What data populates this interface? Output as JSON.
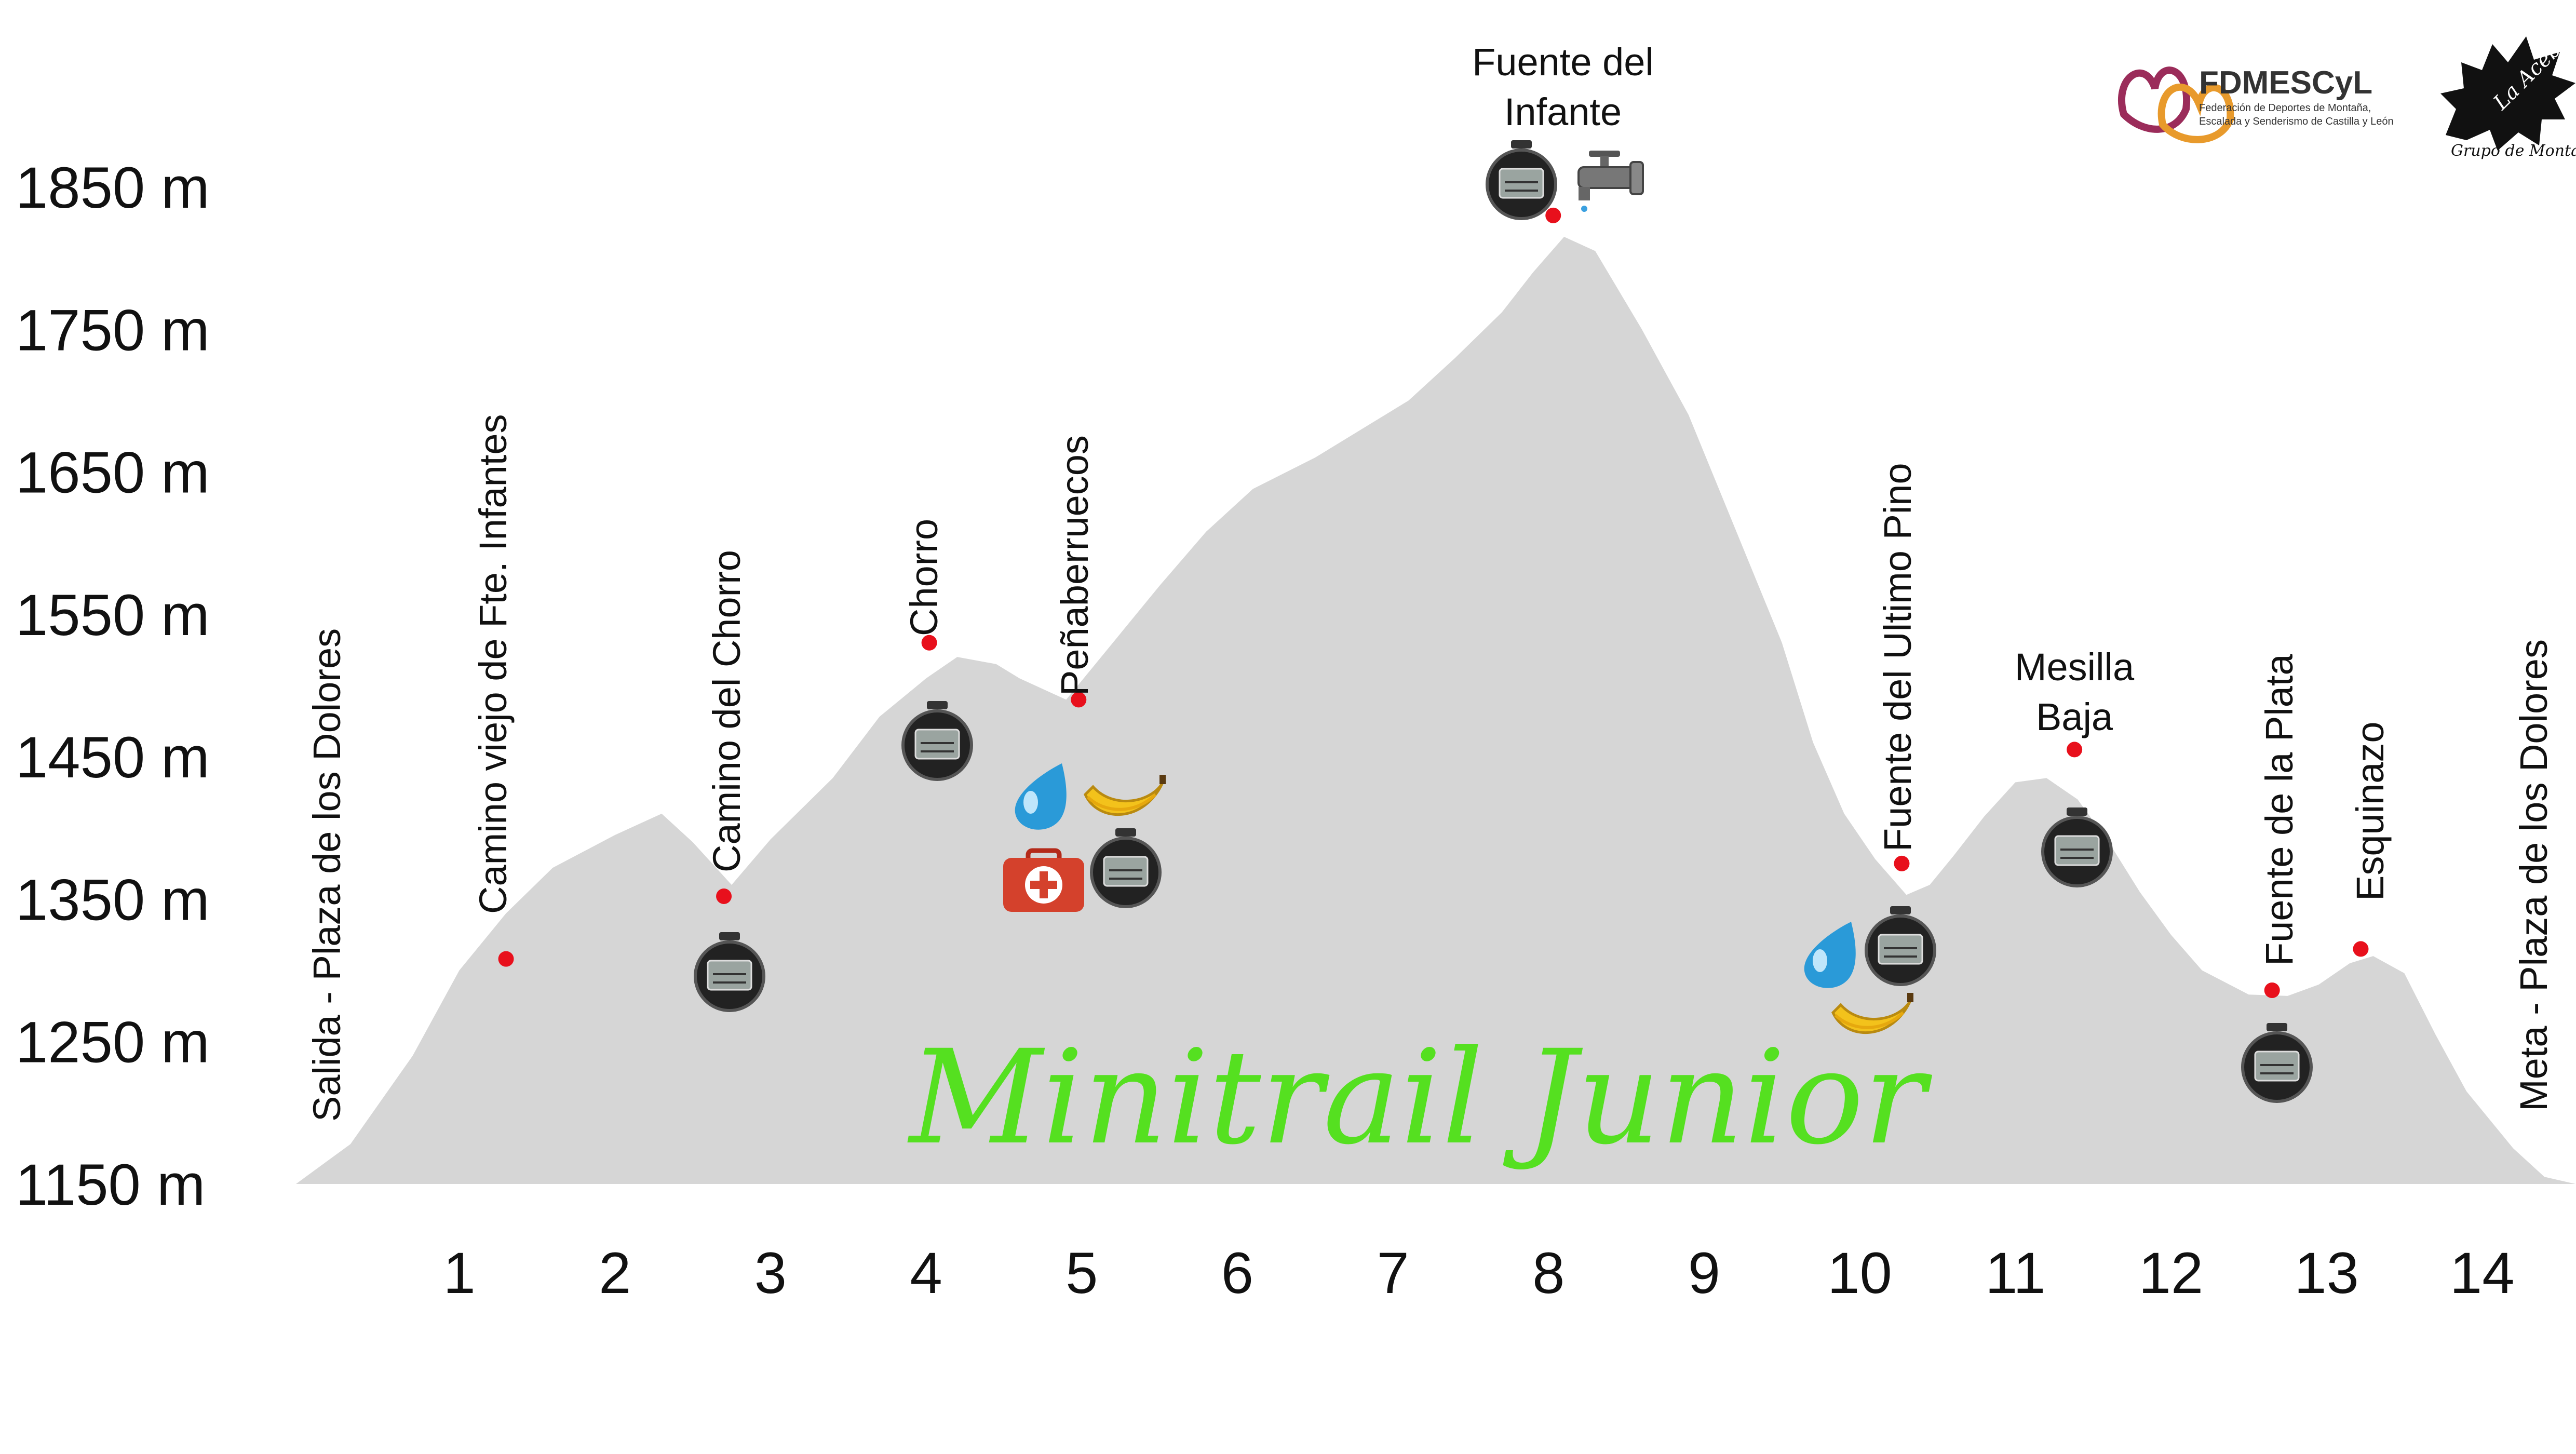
{
  "chart_data": {
    "type": "area",
    "title": "Minitrail Junior",
    "xlabel": "",
    "ylabel": "",
    "x_ticks": [
      "1",
      "2",
      "3",
      "4",
      "5",
      "6",
      "7",
      "8",
      "9",
      "10",
      "11",
      "12",
      "13",
      "14"
    ],
    "y_ticks": [
      "1150 m",
      "1250 m",
      "1350 m",
      "1450 m",
      "1550 m",
      "1650 m",
      "1750 m",
      "1850 m"
    ],
    "xlim": [
      -0.05,
      14.6
    ],
    "ylim": [
      1150,
      1850
    ],
    "profile": {
      "x": [
        -0.05,
        0.3,
        0.7,
        1.0,
        1.3,
        1.6,
        2.0,
        2.3,
        2.5,
        2.75,
        3.0,
        3.4,
        3.7,
        4.0,
        4.2,
        4.45,
        4.6,
        4.9,
        5.2,
        5.5,
        5.8,
        6.1,
        6.5,
        6.8,
        7.1,
        7.4,
        7.7,
        7.9,
        8.1,
        8.3,
        8.6,
        8.9,
        9.2,
        9.5,
        9.7,
        9.9,
        10.1,
        10.3,
        10.45,
        10.6,
        10.8,
        11.0,
        11.2,
        11.4,
        11.6,
        11.8,
        12.0,
        12.2,
        12.5,
        12.75,
        12.95,
        13.15,
        13.3,
        13.5,
        13.7,
        13.9,
        14.2,
        14.4,
        14.6
      ],
      "y": [
        1150,
        1178,
        1240,
        1300,
        1340,
        1372,
        1395,
        1410,
        1390,
        1360,
        1392,
        1435,
        1478,
        1505,
        1520,
        1515,
        1505,
        1490,
        1530,
        1570,
        1608,
        1638,
        1660,
        1680,
        1700,
        1730,
        1762,
        1790,
        1815,
        1805,
        1750,
        1690,
        1610,
        1530,
        1460,
        1410,
        1378,
        1353,
        1360,
        1380,
        1408,
        1432,
        1435,
        1420,
        1390,
        1355,
        1325,
        1300,
        1283,
        1282,
        1290,
        1305,
        1310,
        1298,
        1255,
        1215,
        1175,
        1155,
        1150
      ]
    },
    "fill_color": "#d6d6d6",
    "grid": false,
    "legend": "none",
    "title_color": "#55e020",
    "waypoint_color": "#e8101c",
    "waypoints": [
      {
        "label": "Salida - Plaza de los Dolores",
        "orientation": "vertical"
      },
      {
        "label": "Camino viejo de Fte. Infantes",
        "x": 1.3,
        "y": 1308,
        "orientation": "vertical"
      },
      {
        "label": "Camino del Chorro",
        "x": 2.7,
        "y": 1352,
        "orientation": "vertical",
        "stopwatch": true
      },
      {
        "label": "Chorro",
        "x": 4.02,
        "y": 1530,
        "orientation": "vertical",
        "stopwatch": true
      },
      {
        "label": "Peñaberruecos",
        "x": 4.98,
        "y": 1490,
        "orientation": "vertical",
        "stopwatch": true,
        "water": true,
        "food": true,
        "first_aid": true
      },
      {
        "label": "Fuente del Infante",
        "lines": [
          "Fuente del",
          "Infante"
        ],
        "x": 8.03,
        "y": 1830,
        "orientation": "horizontal",
        "stopwatch": true,
        "tap": true
      },
      {
        "label": "Fuente del Ultimo Pino",
        "x": 10.27,
        "y": 1375,
        "orientation": "vertical",
        "stopwatch": true,
        "water": true,
        "food": true
      },
      {
        "label": "Mesilla Baja",
        "lines": [
          "Mesilla",
          "Baja"
        ],
        "x": 11.38,
        "y": 1455,
        "orientation": "horizontal",
        "stopwatch": true
      },
      {
        "label": "Fuente de la Plata",
        "x": 12.65,
        "y": 1286,
        "orientation": "vertical",
        "stopwatch": true
      },
      {
        "label": "Esquinazo",
        "x": 13.22,
        "y": 1315,
        "orientation": "vertical"
      },
      {
        "label": "Meta - Plaza de los Dolores",
        "orientation": "vertical"
      }
    ]
  },
  "logos": {
    "federation_name": "FDMESCyL",
    "federation_subtitle_1": "Federación de Deportes de Montaña,",
    "federation_subtitle_2": "Escalada y Senderismo de Castilla y León",
    "club_name": "La Acebeda",
    "club_subtitle": "Grupo de Montaña"
  }
}
